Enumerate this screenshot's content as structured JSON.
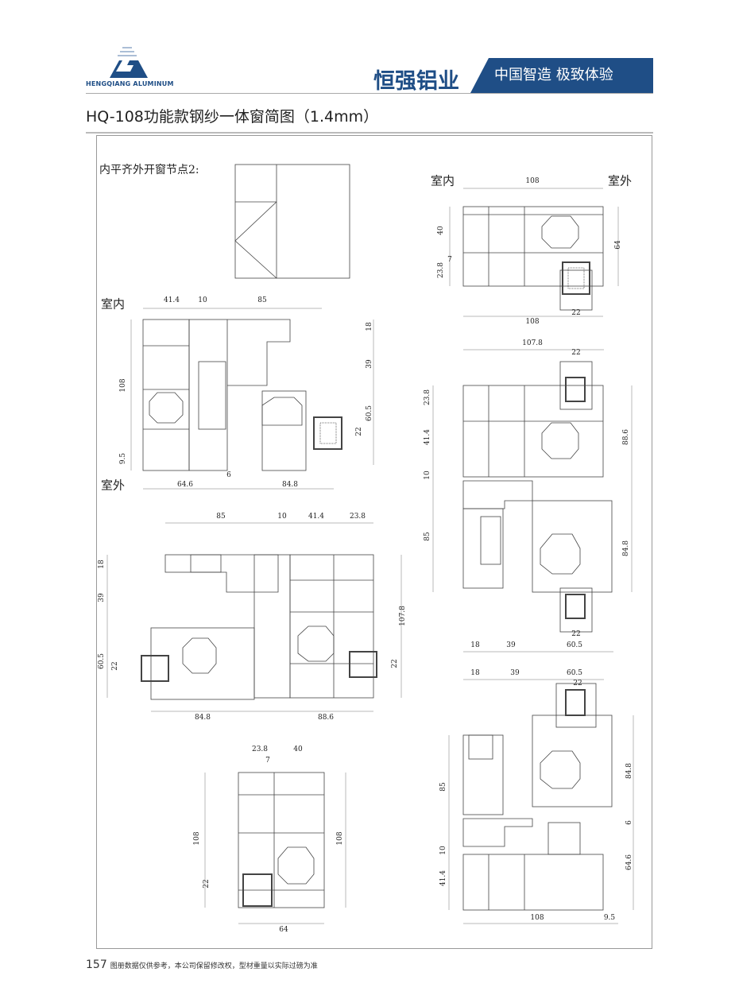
{
  "header": {
    "logo_text": "HENGQIANG ALUMINUM",
    "brand": "恒强铝业",
    "slogan": "中国智造 极致体验",
    "title": "HQ-108功能款钢纱一体窗简图（1.4mm）"
  },
  "node_note": "内平齐外开窗节点2:",
  "drawing_a": {
    "indoor": "室内",
    "outdoor": "室外",
    "dims": [
      "41.4",
      "10",
      "85",
      "18",
      "39",
      "108",
      "60.5",
      "22",
      "9.5",
      "6",
      "64.6",
      "84.8"
    ]
  },
  "drawing_b": {
    "indoor": "室内",
    "outdoor": "室外",
    "dims": [
      "108",
      "40",
      "64",
      "7",
      "23.8",
      "22",
      "108"
    ]
  },
  "drawing_c": {
    "dims": [
      "107.8",
      "22",
      "23.8",
      "41.4",
      "88.6",
      "10",
      "85",
      "84.8",
      "22",
      "18",
      "39",
      "60.5"
    ]
  },
  "drawing_d": {
    "dims": [
      "85",
      "10",
      "41.4",
      "23.8",
      "18",
      "39",
      "107.8",
      "60.5",
      "22",
      "22",
      "84.8",
      "88.6"
    ]
  },
  "drawing_e": {
    "dims": [
      "23.8",
      "40",
      "7",
      "108",
      "108",
      "22",
      "64"
    ]
  },
  "drawing_f": {
    "dims": [
      "18",
      "39",
      "60.5",
      "22",
      "85",
      "84.8",
      "6",
      "10",
      "64.6",
      "41.4",
      "108",
      "9.5"
    ]
  },
  "footer": {
    "page": "157",
    "text": "图册数据仅供参考，本公司保留修改权，型材重量以实际过磅为准"
  }
}
